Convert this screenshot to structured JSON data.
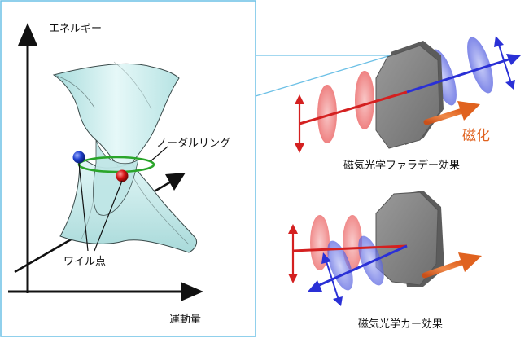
{
  "labels": {
    "energy_axis": "エネルギー",
    "momentum_axis": "運動量",
    "nodal_ring": "ノーダルリング",
    "weyl_point": "ワイル点",
    "magnetization": "磁化",
    "faraday_caption": "磁気光学ファラデー効果",
    "kerr_caption": "磁気光学カー効果"
  },
  "colors": {
    "frame": "#6cc0e6",
    "band_surface": "#cdeeef",
    "band_outline": "#3a4a4a",
    "nodal_ring": "#2aa52a",
    "weyl_blue": "#1a3fbf",
    "weyl_red": "#cc1111",
    "incident_light": "#e23030",
    "transmitted_light": "#2a30d6",
    "sample": "#7c7c7c",
    "magnet_arrow": "#e0621f"
  }
}
